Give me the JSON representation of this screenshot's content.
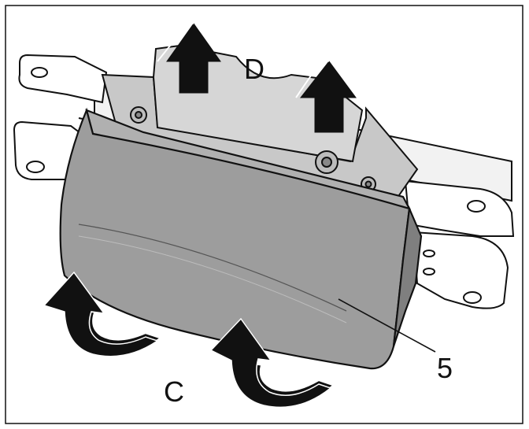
{
  "labels": {
    "rotation_arrows": "C",
    "lift_arrows": "D",
    "part_number": "5"
  },
  "colors": {
    "outline": "#111111",
    "background": "#ffffff",
    "part_fill": "#9a9a9a",
    "part_fill_light": "#b5b5b5",
    "bracket_fill": "#d4d4d4",
    "frame_fill": "#ffffff",
    "arrow_fill": "#111111"
  }
}
